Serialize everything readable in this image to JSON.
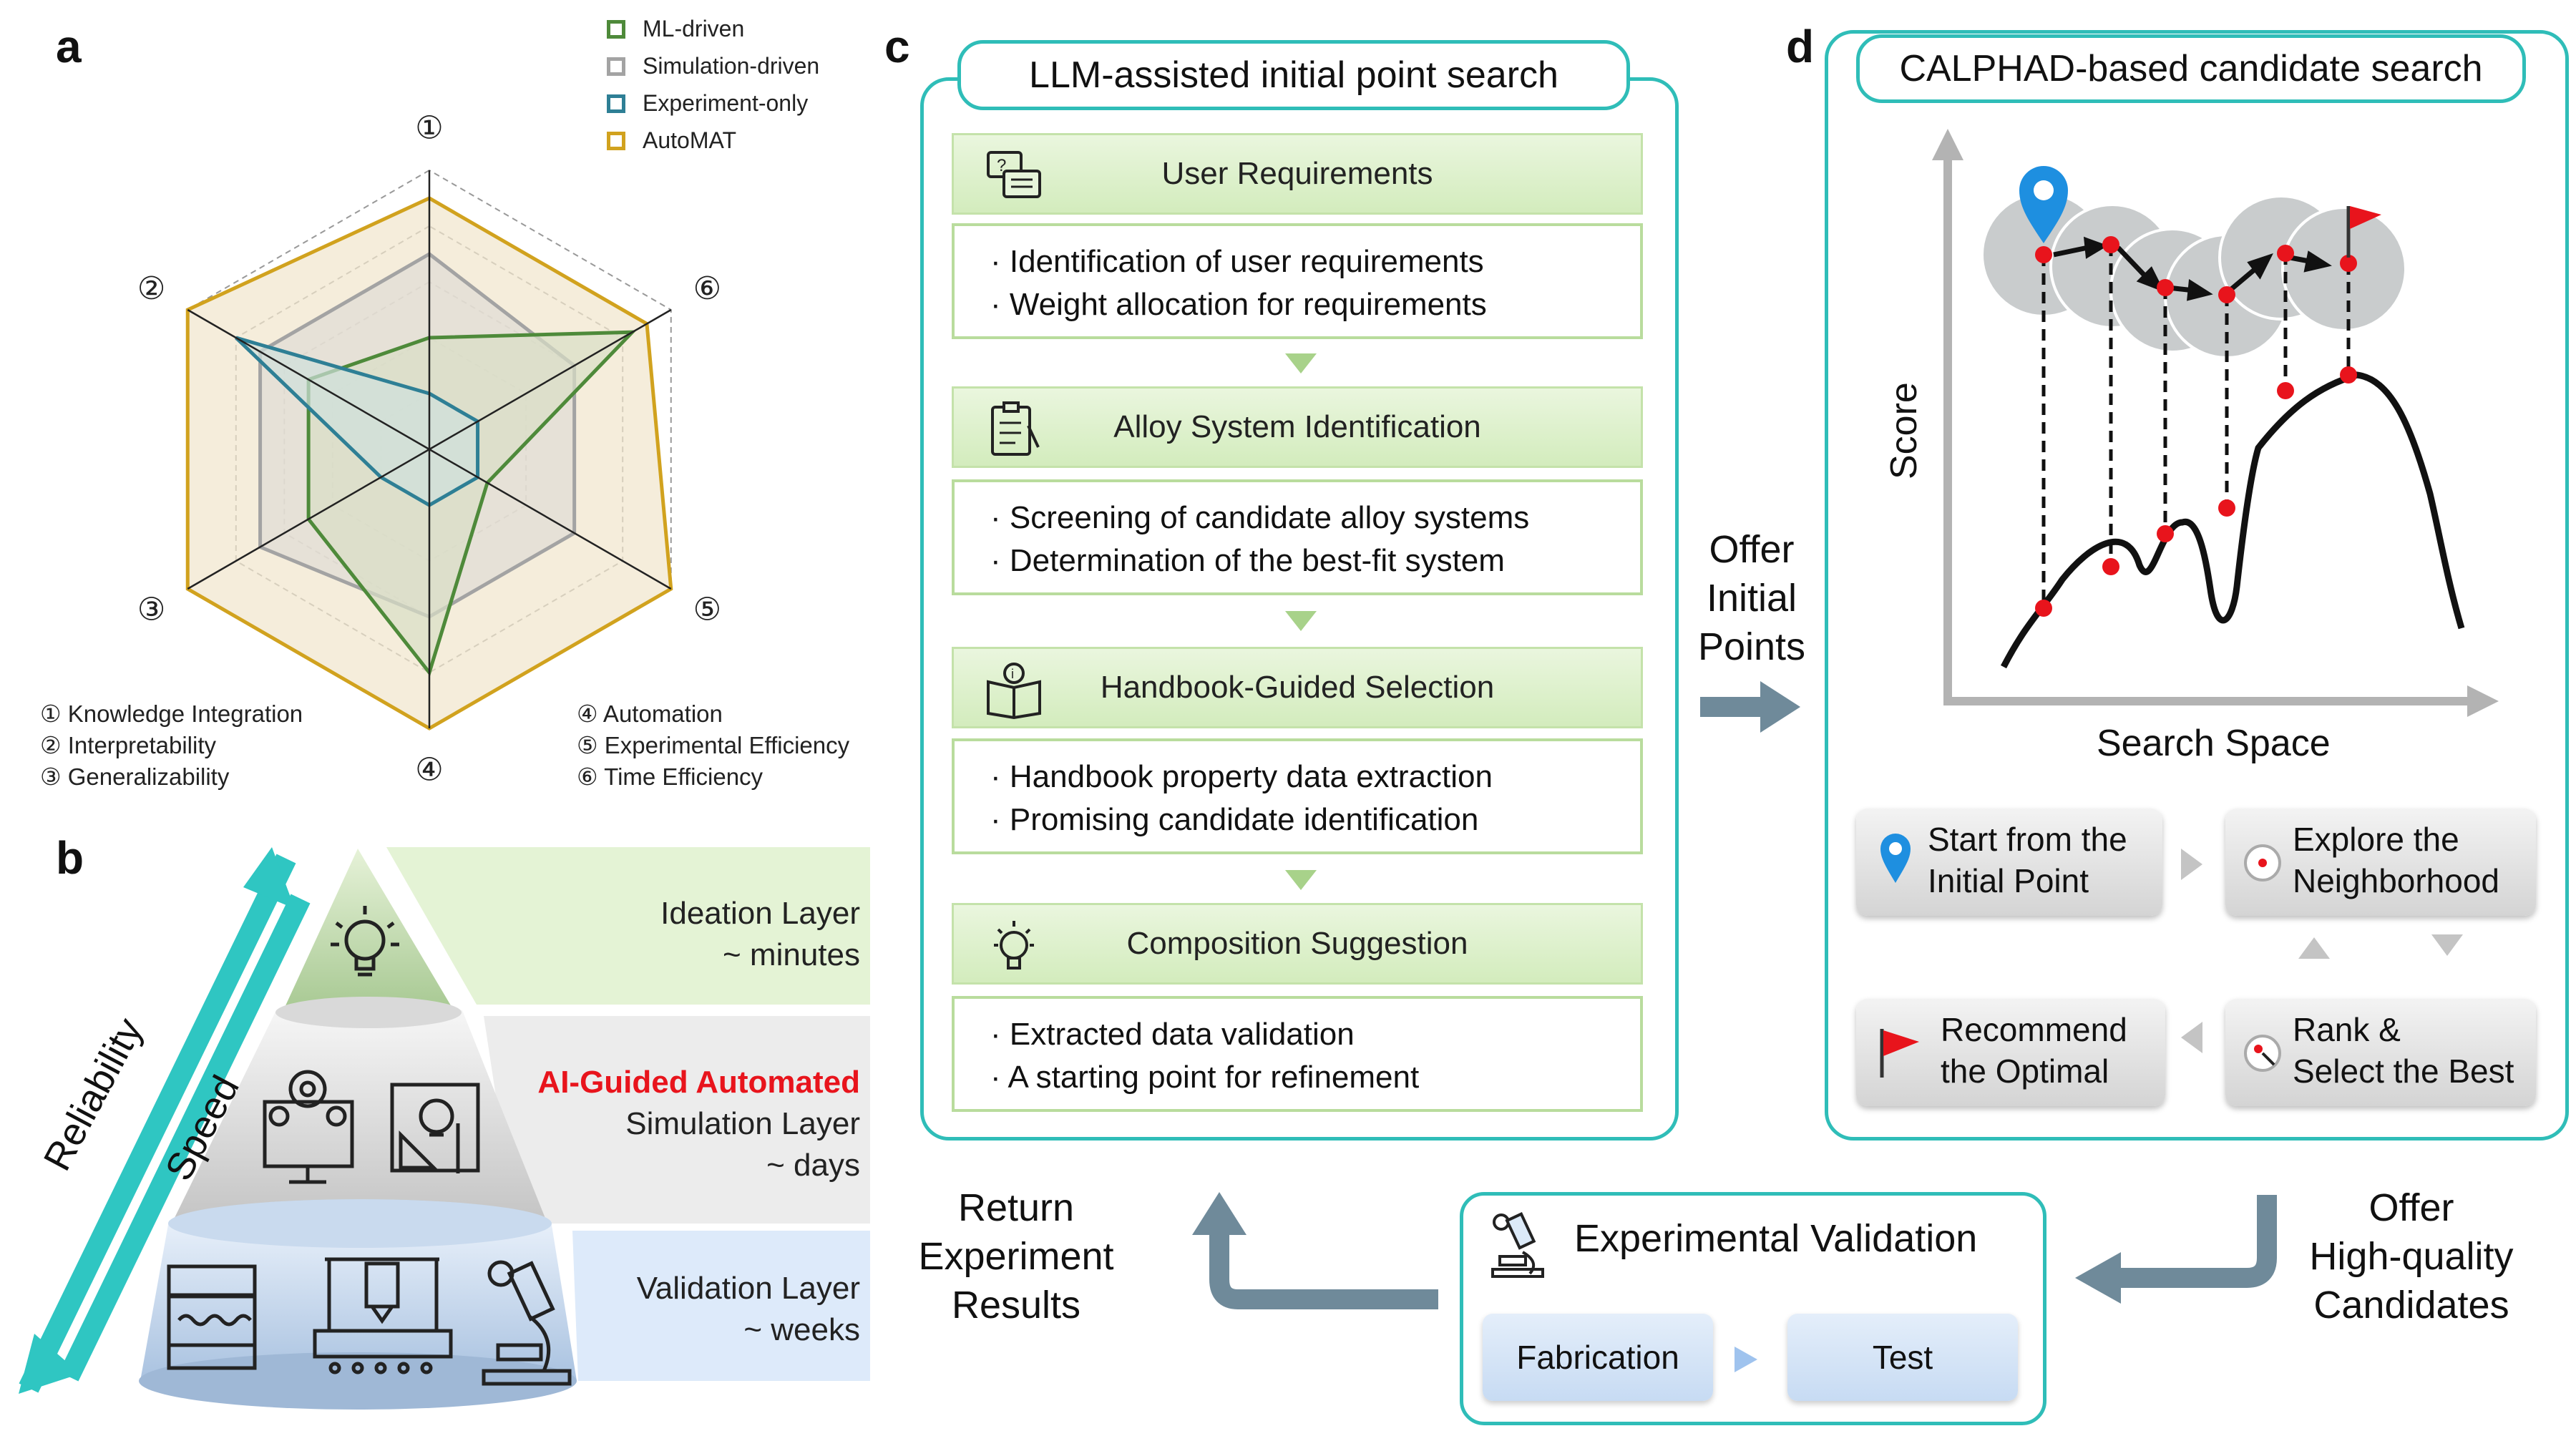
{
  "panels": {
    "a": "a",
    "b": "b",
    "c": "c",
    "d": "d"
  },
  "radar": {
    "axis_numbers": [
      "①",
      "②",
      "③",
      "④",
      "⑤",
      "⑥"
    ],
    "legend": [
      {
        "label": "ML-driven",
        "color": "#4e8a3a"
      },
      {
        "label": "Simulation-driven",
        "color": "#a3a3a3"
      },
      {
        "label": "Experiment-only",
        "color": "#2e7f95"
      },
      {
        "label": "AutoMAT",
        "color": "#d1a21e"
      }
    ],
    "axes_left": [
      "① Knowledge Integration",
      "② Interpretability",
      "③ Generalizability"
    ],
    "axes_right": [
      "④ Automation",
      "⑤ Experimental Efficiency",
      "⑥ Time Efficiency"
    ],
    "levels": 5,
    "series": [
      {
        "name": "AutoMAT",
        "values": [
          4.5,
          5,
          5,
          5,
          5,
          4.5
        ]
      },
      {
        "name": "Simulation-driven",
        "values": [
          3.5,
          3.5,
          3.5,
          3,
          3,
          3
        ]
      },
      {
        "name": "ML-driven",
        "values": [
          2,
          2.5,
          2.5,
          4,
          1.2,
          4.2
        ]
      },
      {
        "name": "Experiment-only",
        "values": [
          1,
          4,
          1,
          1,
          1,
          1
        ]
      }
    ]
  },
  "pyramid": {
    "reliability": "Reliability",
    "speed": "Speed",
    "layers": [
      {
        "name": "Ideation Layer",
        "time": "~ minutes"
      },
      {
        "highlight": "AI-Guided Automated",
        "name": "Simulation Layer",
        "time": "~ days"
      },
      {
        "name": "Validation Layer",
        "time": "~ weeks"
      }
    ]
  },
  "llm_search": {
    "title": "LLM-assisted initial point search",
    "steps": [
      {
        "icon": "chat-icon",
        "title": "User Requirements",
        "items": [
          "· Identification of user requirements",
          "· Weight allocation for requirements"
        ]
      },
      {
        "icon": "clipboard-icon",
        "title": "Alloy System Identification",
        "items": [
          "· Screening of candidate alloy systems",
          "· Determination of the best-fit system"
        ]
      },
      {
        "icon": "handbook-icon",
        "title": "Handbook-Guided Selection",
        "items": [
          "· Handbook property data extraction",
          "· Promising candidate identification"
        ]
      },
      {
        "icon": "lightbulb-icon",
        "title": "Composition Suggestion",
        "items": [
          "· Extracted data validation",
          "· A starting point for refinement"
        ]
      }
    ]
  },
  "offer_initial": [
    "Offer",
    "Initial",
    "Points"
  ],
  "calphad": {
    "title": "CALPHAD-based candidate search",
    "ylabel": "Score",
    "xlabel": "Search Space",
    "buttons": {
      "start": [
        "Start from the",
        "Initial Point"
      ],
      "explore": [
        "Explore the",
        "Neighborhood"
      ],
      "rank": [
        "Rank &",
        "Select the Best"
      ],
      "recommend": [
        "Recommend",
        "the Optimal"
      ]
    }
  },
  "offer_candidates": [
    "Offer",
    "High-quality",
    "Candidates"
  ],
  "return_results": [
    "Return",
    "Experiment",
    "Results"
  ],
  "experimental": {
    "title": "Experimental Validation",
    "fabrication": "Fabrication",
    "test": "Test"
  },
  "colors": {
    "teal": "#2fbdb8",
    "arrow_gray": "#6f8a9a",
    "marker_red": "#e8141c",
    "pin_blue": "#1e8fe0"
  }
}
